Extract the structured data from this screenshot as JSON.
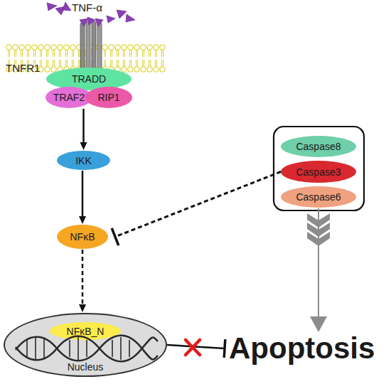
{
  "diagram": {
    "nodes": [
      {
        "text": [
          "TRADD"
        ]
      },
      {
        "text": [
          "TRAF2"
        ]
      },
      {
        "text": [
          "RIP1"
        ]
      },
      {
        "text": [
          "IKK"
        ]
      },
      {
        "text": [
          "NFκB"
        ]
      },
      {
        "text": [
          "Nucleus"
        ]
      },
      {
        "text": [
          "NFκB_N"
        ],
        "in": 5
      },
      {
        "text": [
          "Caspase8"
        ]
      },
      {
        "text": [
          "Caspase3"
        ]
      },
      {
        "text": [
          "Caspase6"
        ]
      },
      {
        "text": [
          "Apoptosis"
        ]
      }
    ],
    "edges": [
      {
        "from": 1,
        "to": 3,
        "arrow": "to"
      },
      {
        "from": 3,
        "to": 4,
        "arrow": "to"
      },
      {
        "from": 4,
        "to": 5,
        "arrow": "to"
      },
      {
        "from": 8,
        "to": 4,
        "arrow": "to"
      },
      {
        "from": 5,
        "to": 10,
        "arrow": "to"
      },
      {
        "from": 9,
        "to": 10,
        "arrow": "to"
      }
    ],
    "labels": [
      "TNF-α",
      "TNFR1"
    ]
  }
}
